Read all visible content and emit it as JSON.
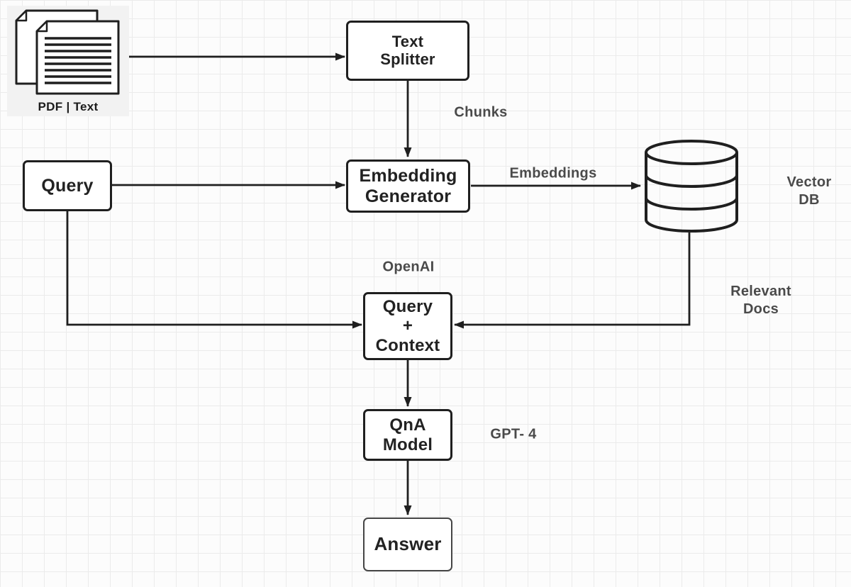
{
  "theme": {
    "bg": "#fcfcfc",
    "grid-line": "#ebebeb",
    "stroke": "#1f1f1f",
    "node-text": "#222222",
    "edge-label-text": "#4a4a4a",
    "icon-panel-bg": "#f2f2f2"
  },
  "nodes": {
    "pdf_text": {
      "label": "PDF | Text"
    },
    "text_splitter": {
      "label": "Text\nSplitter"
    },
    "query": {
      "label": "Query"
    },
    "embedding_generator": {
      "label": "Embedding\nGenerator"
    },
    "vector_db": {
      "label": "Vector\nDB"
    },
    "query_context": {
      "label": "Query\n+\nContext"
    },
    "qna_model": {
      "label": "QnA\nModel"
    },
    "answer": {
      "label": "Answer"
    }
  },
  "edge_labels": {
    "chunks": "Chunks",
    "embeddings": "Embeddings",
    "openai": "OpenAI",
    "relevant_docs": "Relevant\nDocs",
    "gpt4": "GPT- 4"
  }
}
